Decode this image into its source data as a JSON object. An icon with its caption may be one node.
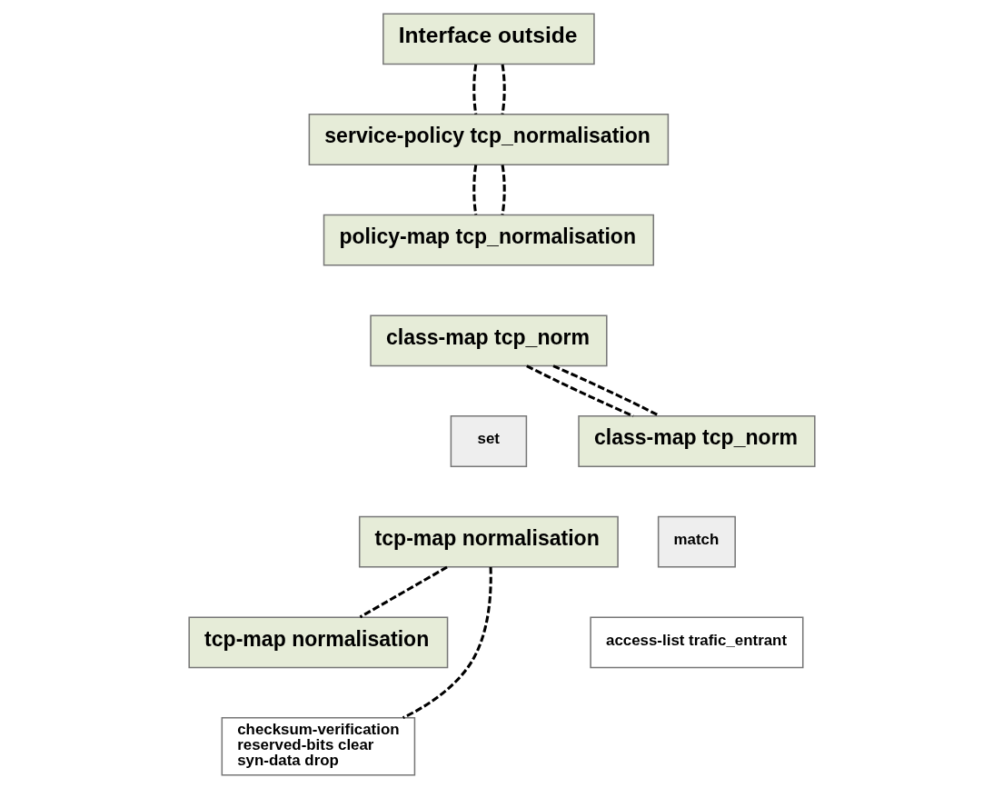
{
  "diagram": {
    "nodes": [
      {
        "text": [
          "Interface outside"
        ]
      },
      {
        "text": [
          "service-policy tcp_normalisation"
        ]
      },
      {
        "text": [
          "policy-map tcp_normalisation"
        ]
      },
      {
        "text": [
          "class-map tcp_norm"
        ]
      },
      {
        "text": [
          "set"
        ]
      },
      {
        "text": [
          "tcp-map normalisation"
        ]
      },
      {
        "text": [
          "class-map tcp_norm"
        ]
      },
      {
        "text": [
          "match"
        ]
      },
      {
        "text": [
          "access-list trafic_entrant"
        ]
      },
      {
        "text": [
          "tcp-map normalisation"
        ]
      },
      {
        "text": [
          "checksum-verification",
          "reserved-bits clear",
          "syn-data drop"
        ]
      }
    ],
    "edges": [
      {
        "from": 0,
        "to": 1,
        "arrow": "none",
        "style": "dashed"
      },
      {
        "from": 0,
        "to": 1,
        "arrow": "none",
        "style": "dashed"
      },
      {
        "from": 1,
        "to": 2,
        "arrow": "none",
        "style": "dashed"
      },
      {
        "from": 1,
        "to": 2,
        "arrow": "none",
        "style": "dashed"
      },
      {
        "from": 3,
        "to": 6,
        "arrow": "none",
        "style": "dashed"
      },
      {
        "from": 3,
        "to": 6,
        "arrow": "none",
        "style": "dashed"
      },
      {
        "from": 5,
        "to": 9,
        "arrow": "none",
        "style": "dashed"
      },
      {
        "from": 5,
        "to": 10,
        "arrow": "none",
        "style": "dashed"
      }
    ]
  }
}
